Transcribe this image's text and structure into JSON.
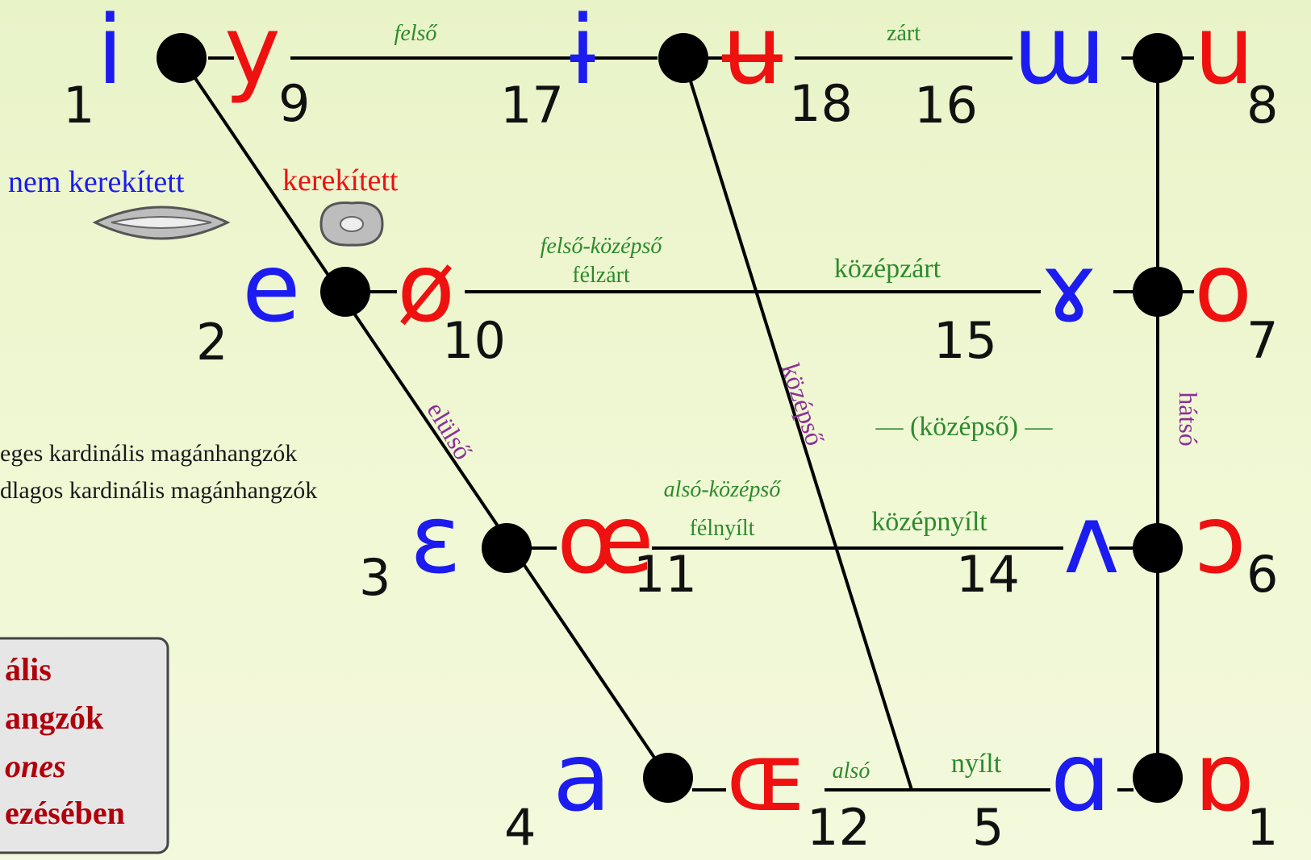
{
  "colors": {
    "unrounded": "#1c1cf0",
    "rounded": "#ef1010",
    "height_label": "#2d8a2d",
    "backness_label": "#8a2f9a",
    "box_text": "#b0000b"
  },
  "vowels": [
    {
      "sym": "i",
      "num": "1",
      "color": "unrounded"
    },
    {
      "sym": "y",
      "num": "9",
      "color": "rounded"
    },
    {
      "sym": "ɨ",
      "num": "17",
      "color": "unrounded"
    },
    {
      "sym": "ʉ",
      "num": "18",
      "color": "rounded"
    },
    {
      "sym": "ɯ",
      "num": "16",
      "color": "unrounded"
    },
    {
      "sym": "u",
      "num": "8",
      "color": "rounded"
    },
    {
      "sym": "e",
      "num": "2",
      "color": "unrounded"
    },
    {
      "sym": "ø",
      "num": "10",
      "color": "rounded"
    },
    {
      "sym": "ɤ",
      "num": "15",
      "color": "unrounded"
    },
    {
      "sym": "o",
      "num": "7",
      "color": "rounded"
    },
    {
      "sym": "ɛ",
      "num": "3",
      "color": "unrounded"
    },
    {
      "sym": "œ",
      "num": "11",
      "color": "rounded"
    },
    {
      "sym": "ʌ",
      "num": "14",
      "color": "unrounded"
    },
    {
      "sym": "ɔ",
      "num": "6",
      "color": "rounded"
    },
    {
      "sym": "a",
      "num": "4",
      "color": "unrounded"
    },
    {
      "sym": "ɶ",
      "num": "12",
      "color": "rounded"
    },
    {
      "sym": "ɑ",
      "num": "5",
      "color": "unrounded"
    },
    {
      "sym": "ɒ",
      "num": "1",
      "color": "rounded"
    }
  ],
  "height_labels": {
    "close_italic": "felső",
    "close": "zárt",
    "close_mid_italic": "felső-középső",
    "close_mid_1": "félzárt",
    "close_mid_2": "középzárt",
    "mid": "— (középső) —",
    "open_mid_italic": "alsó-középső",
    "open_mid_1": "félnyílt",
    "open_mid_2": "középnyílt",
    "open_italic": "alsó",
    "open": "nyílt"
  },
  "backness_labels": {
    "front": "elülső",
    "central": "középső",
    "back": "hátsó"
  },
  "rounding_labels": {
    "unrounded": "nem kerekített",
    "rounded": "kerekített"
  },
  "legend": {
    "line1": "eges kardinális magánhangzók",
    "line2": "dlagos kardinális magánhangzók"
  },
  "box": {
    "line1": "ális",
    "line2": "angzók",
    "line3": "ones",
    "line4": "ezésében"
  }
}
